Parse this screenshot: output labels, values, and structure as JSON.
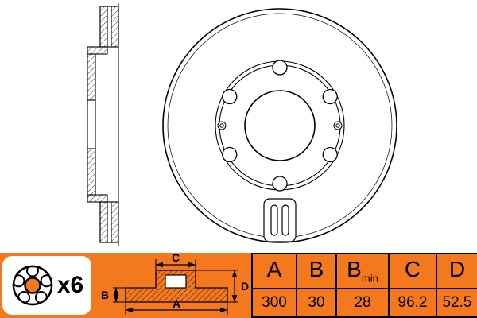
{
  "colors": {
    "accent_orange": "#F4781D",
    "line_black": "#000000",
    "background_white": "#FFFFFF"
  },
  "footer": {
    "quantity_label": "x6",
    "diagram": {
      "labels": {
        "a": "A",
        "b": "B",
        "c": "C",
        "d": "D"
      }
    },
    "table": {
      "columns": [
        {
          "label": "A",
          "sub": "",
          "value": "300"
        },
        {
          "label": "B",
          "sub": "",
          "value": "30"
        },
        {
          "label": "B",
          "sub": "min",
          "value": "28"
        },
        {
          "label": "C",
          "sub": "",
          "value": "96.2"
        },
        {
          "label": "D",
          "sub": "",
          "value": "52.5"
        }
      ]
    }
  }
}
